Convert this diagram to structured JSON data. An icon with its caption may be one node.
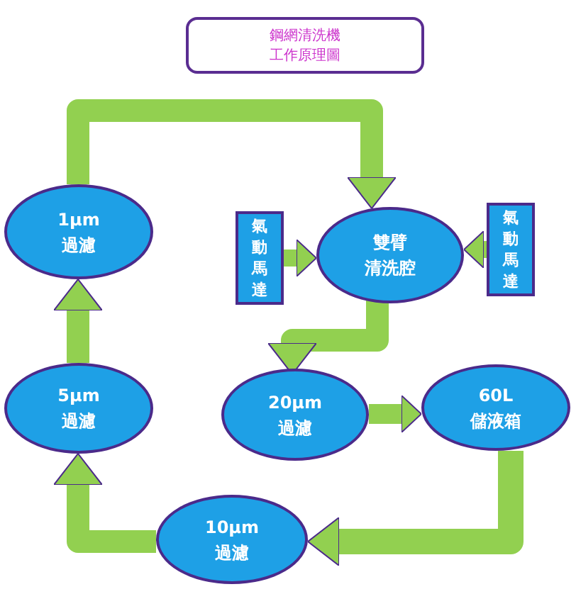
{
  "diagram": {
    "title": "鋼網清洗機工作原理圖",
    "nodes": [
      {
        "text": [
          "雙臂清洗腔"
        ]
      },
      {
        "text": [
          "氣動馬達"
        ]
      },
      {
        "text": [
          "氣動馬達"
        ]
      },
      {
        "text": [
          "20μm 過濾"
        ]
      },
      {
        "text": [
          "60L 儲液箱"
        ]
      },
      {
        "text": [
          "10μm 過濾"
        ]
      },
      {
        "text": [
          "5μm 過濾"
        ]
      },
      {
        "text": [
          "1μm 過濾"
        ]
      }
    ],
    "edges": [
      {
        "from": 7,
        "to": 0,
        "arrow": "to"
      },
      {
        "from": 1,
        "to": 0,
        "arrow": "to"
      },
      {
        "from": 2,
        "to": 0,
        "arrow": "to"
      },
      {
        "from": 0,
        "to": 3,
        "arrow": "to"
      },
      {
        "from": 3,
        "to": 4,
        "arrow": "to"
      },
      {
        "from": 4,
        "to": 5,
        "arrow": "to"
      },
      {
        "from": 5,
        "to": 6,
        "arrow": "to"
      },
      {
        "from": 6,
        "to": 7,
        "arrow": "to"
      }
    ]
  }
}
